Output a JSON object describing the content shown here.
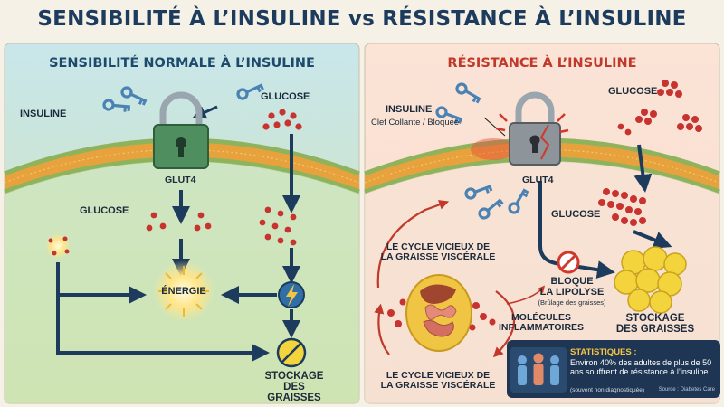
{
  "title": "SENSIBILITÉ À L’INSULINE vs RÉSISTANCE À L’INSULINE",
  "left": {
    "heading": "SENSIBILITÉ NORMALE À L’INSULINE",
    "insuline": "INSULINE",
    "glucose_top": "GLUCOSE",
    "glut4": "GLUT4",
    "glucose_mid": "GLUCOSE",
    "energie": "ÉNERGIE",
    "stockage_line1": "STOCKAGE",
    "stockage_line2": "DES GRAISSES"
  },
  "right": {
    "heading": "RÉSISTANCE À L’INSULINE",
    "insuline": "INSULINE",
    "clef": "Clef Collante / Bloquée",
    "glucose_top": "GLUCOSE",
    "glut4": "GLUT4",
    "glucose_mid": "GLUCOSE",
    "cycle_top_line1": "LE CYCLE VICIEUX DE",
    "cycle_top_line2": "LA GRAISSE VISCÉRALE",
    "bloque_line1": "BLOQUE",
    "bloque_line2": "LA LIPOLYSE",
    "bloque_sub": "(Brûlage des graisses)",
    "molecules_line1": "MOLÉCULES",
    "molecules_line2": "INFLAMMATOIRES",
    "stockage_line1": "STOCKAGE",
    "stockage_line2": "DES GRAISSES",
    "cycle_bottom_line1": "LE CYCLE VICIEUX DE",
    "cycle_bottom_line2": "LA GRAISSE VISCÉRALE"
  },
  "stats": {
    "heading": "STATISTIQUES :",
    "body": "Environ 40% des adultes de plus de 50 ans souffrent de résistance à l’insuline",
    "note": "(souvent non diagnostiquée)",
    "source": "Source : Diabetes Care"
  },
  "colors": {
    "left_bg": "#b9dde3",
    "right_bg": "#f8d9cc",
    "membrane": "#e7a23d",
    "membrane_green": "#8fb35c",
    "glucose": "#c8322f",
    "key": "#5d98c9",
    "lock": "#4f8f5f",
    "arrow": "#1d3b5c",
    "fat": "#f3d43c",
    "title": "#1d3b5c",
    "heading_left": "#1d4a6b",
    "heading_right": "#c0392b"
  },
  "icons": [
    "key-icon",
    "padlock-icon",
    "broken-padlock-icon",
    "energy-burst-icon",
    "lightning-icon",
    "blocked-fat-icon",
    "fat-cells-icon",
    "viscera-icon",
    "prohibited-icon",
    "people-icon"
  ]
}
